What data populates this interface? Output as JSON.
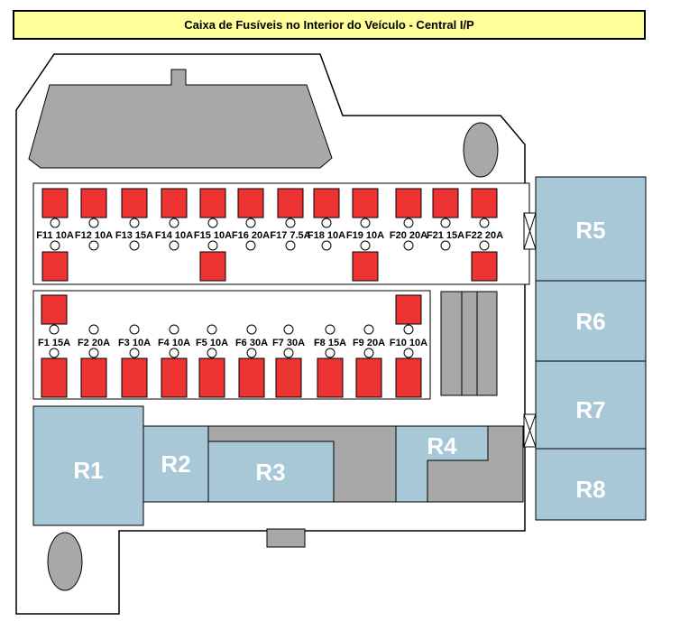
{
  "title": "Caixa de Fusíveis no Interior do Veículo - Central I/P",
  "colors": {
    "fuse": "#ee3333",
    "relay": "#a8c8d8",
    "gray": "#a8a8a8",
    "title_bg": "#ffff99"
  },
  "fuses_top": [
    "F11 10A",
    "F12 10A",
    "F13 15A",
    "F14 10A",
    "F15 10A",
    "F16 20A",
    "F17 7.5A",
    "F18 10A",
    "F19 10A",
    "F20 20A",
    "F21 15A",
    "F22 20A"
  ],
  "fuses_bottom": [
    "F1 15A",
    "F2 20A",
    "F3 10A",
    "F4 10A",
    "F5 10A",
    "F6 30A",
    "F7 30A",
    "F8 15A",
    "F9 20A",
    "F10 10A"
  ],
  "relays": {
    "r1": "R1",
    "r2": "R2",
    "r3": "R3",
    "r4": "R4",
    "r5": "R5",
    "r6": "R6",
    "r7": "R7",
    "r8": "R8"
  }
}
